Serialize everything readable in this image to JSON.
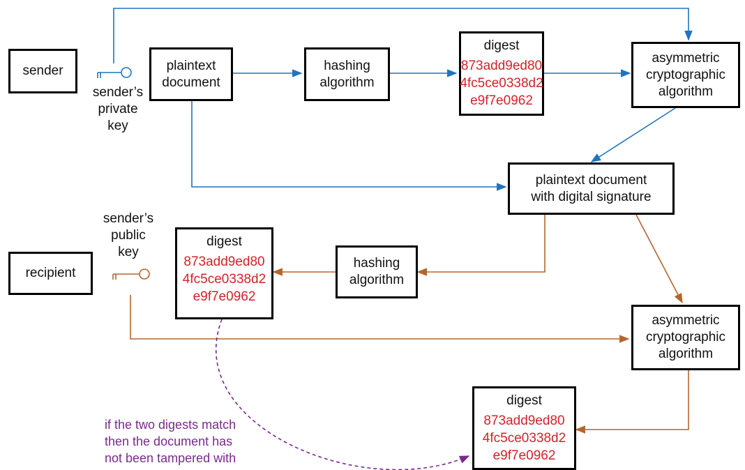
{
  "colors": {
    "signing_flow": "#1f74c0",
    "verify_flow": "#b5652d",
    "hash_text": "#d2232a",
    "note_text": "#7a2a8c",
    "box_border": "#000000"
  },
  "sender": {
    "label": "sender",
    "key_label": [
      "sender’s",
      "private",
      "key"
    ],
    "key_icon": "key-icon"
  },
  "recipient": {
    "label": "recipient",
    "key_label": [
      "sender’s",
      "public",
      "key"
    ],
    "key_icon": "key-icon"
  },
  "signing": {
    "plaintext": [
      "plaintext",
      "document"
    ],
    "hashing": [
      "hashing",
      "algorithm"
    ],
    "digest_title": "digest",
    "digest_hash": [
      "873add9ed80",
      "4fc5ce0338d2",
      "e9f7e0962"
    ],
    "asymmetric": [
      "asymmetric",
      "cryptographic",
      "algorithm"
    ],
    "signed_doc": [
      "plaintext document",
      "with digital signature"
    ]
  },
  "verification": {
    "hashing": [
      "hashing",
      "algorithm"
    ],
    "digest_title": "digest",
    "digest_hash": [
      "873add9ed80",
      "4fc5ce0338d2",
      "e9f7e0962"
    ],
    "asymmetric": [
      "asymmetric",
      "cryptographic",
      "algorithm"
    ],
    "digest2_title": "digest",
    "digest2_hash": [
      "873add9ed80",
      "4fc5ce0338d2",
      "e9f7e0962"
    ]
  },
  "note": [
    "if the two digests match",
    "then the document has",
    "not been tampered with"
  ]
}
